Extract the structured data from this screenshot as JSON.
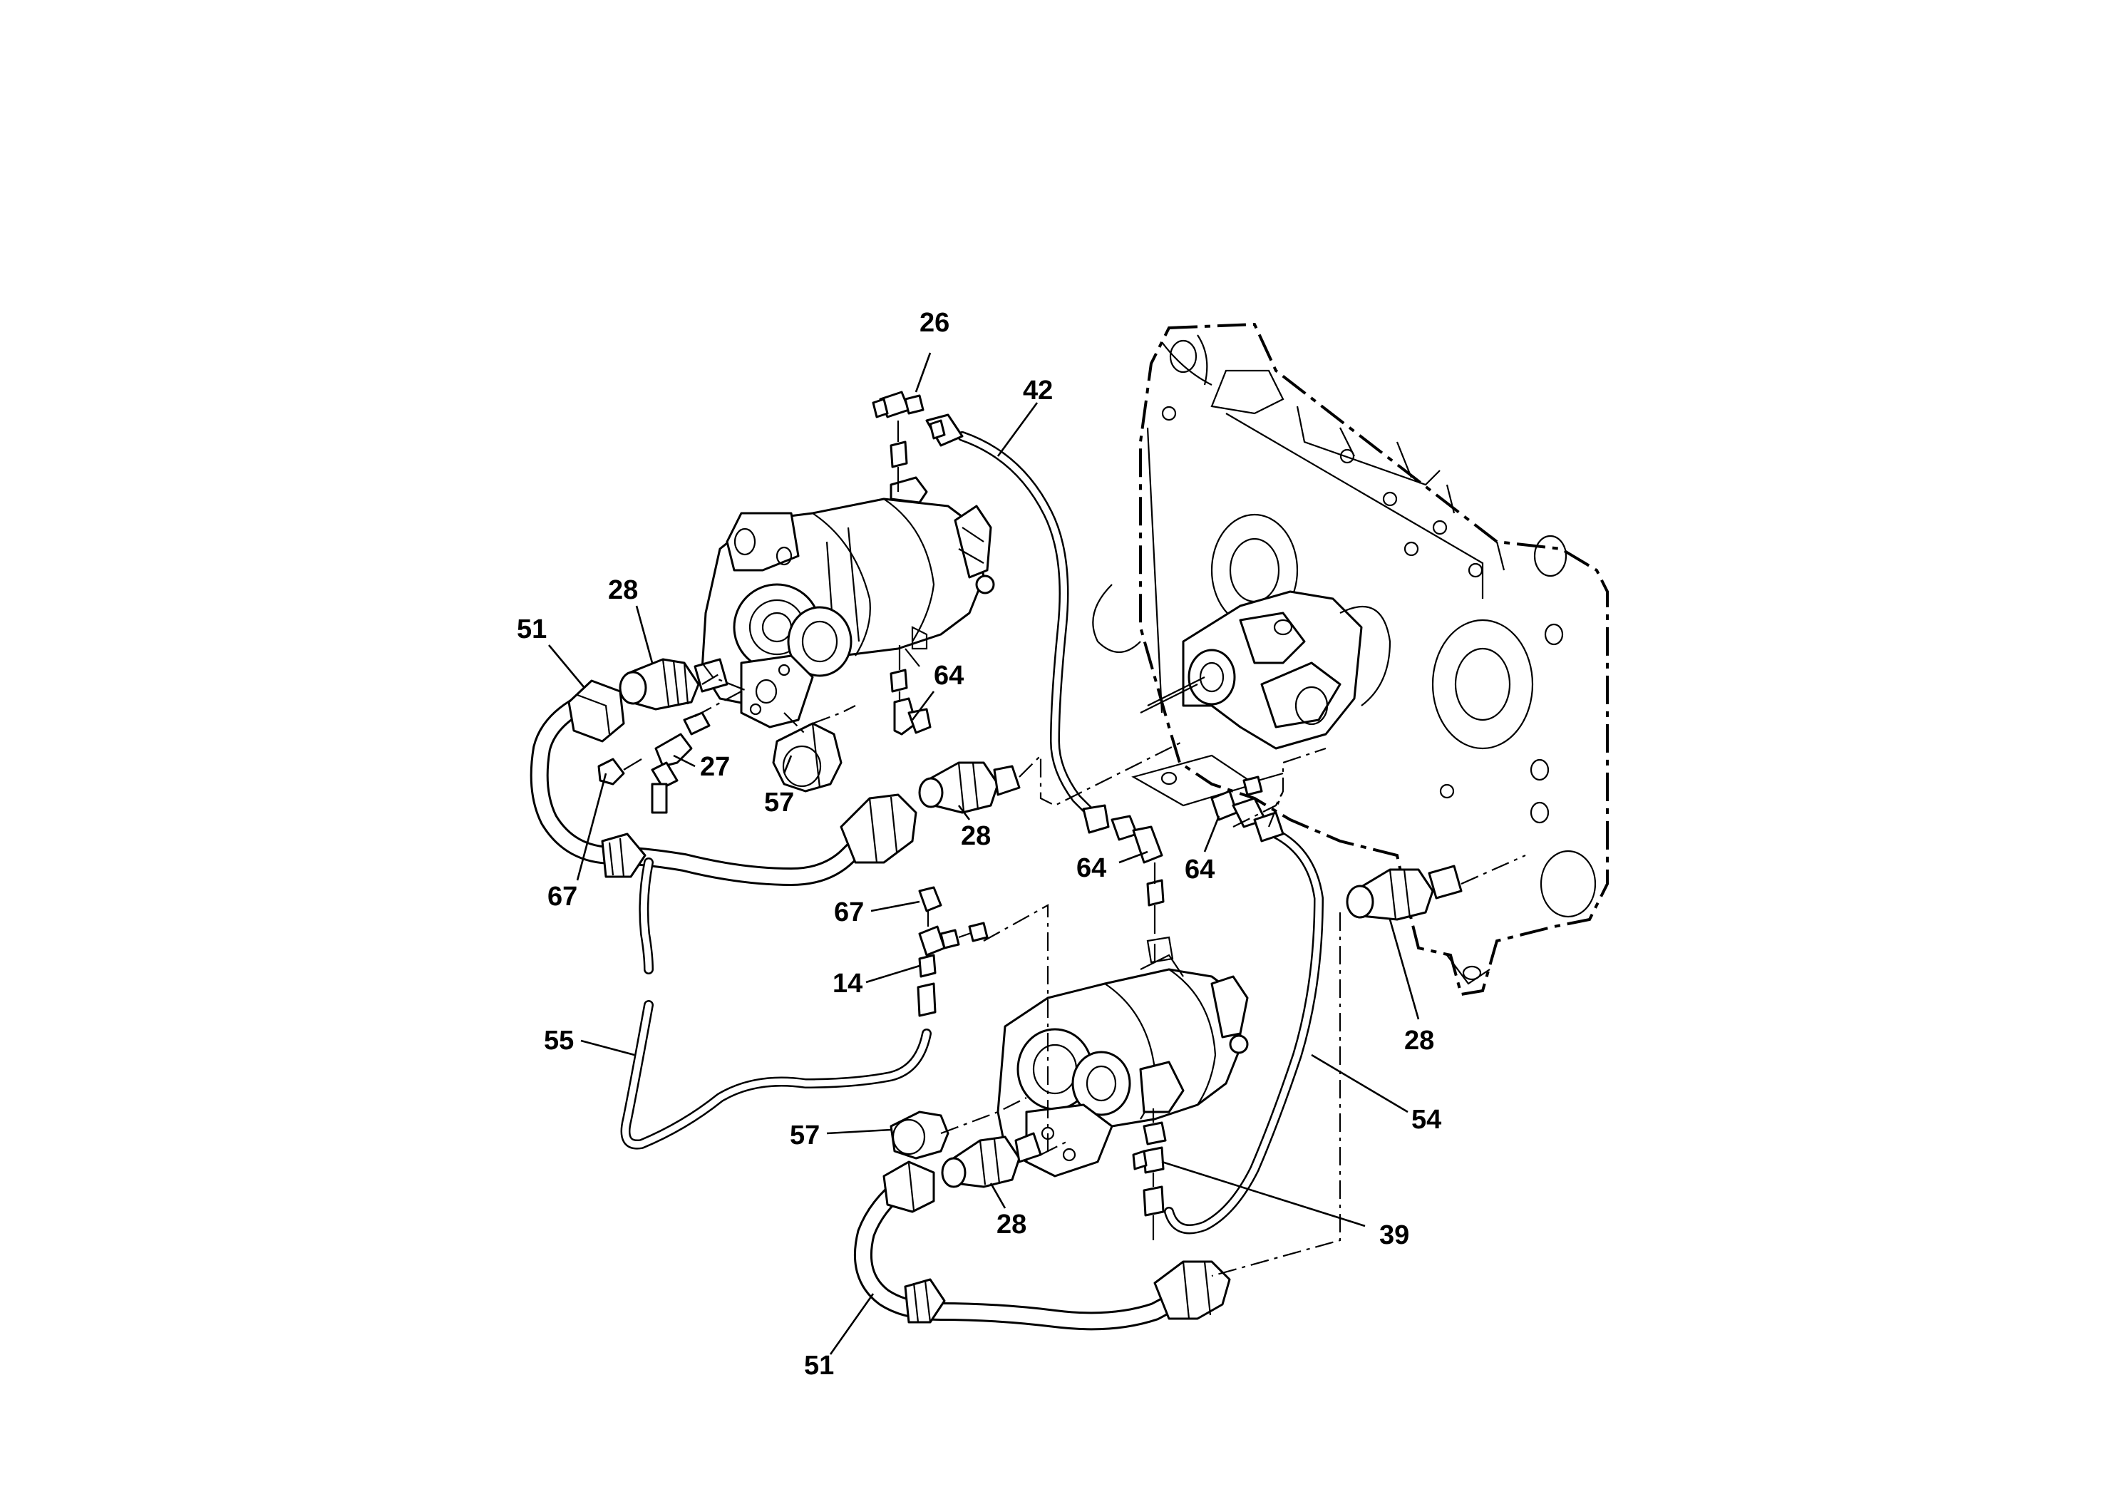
{
  "callouts": {
    "c26": "26",
    "c42": "42",
    "c28_upper_left": "28",
    "c51_upper": "51",
    "c64_upper": "64",
    "c27": "27",
    "c57_upper": "57",
    "c28_upper_mid": "28",
    "c67_upper": "67",
    "c64_mid_left": "64",
    "c64_mid_right": "64",
    "c67_lower": "67",
    "c14": "14",
    "c28_right": "28",
    "c55": "55",
    "c54": "54",
    "c57_lower": "57",
    "c28_lower": "28",
    "c39": "39",
    "c51_lower": "51"
  },
  "colors": {
    "line": "#000000",
    "background": "#ffffff"
  }
}
